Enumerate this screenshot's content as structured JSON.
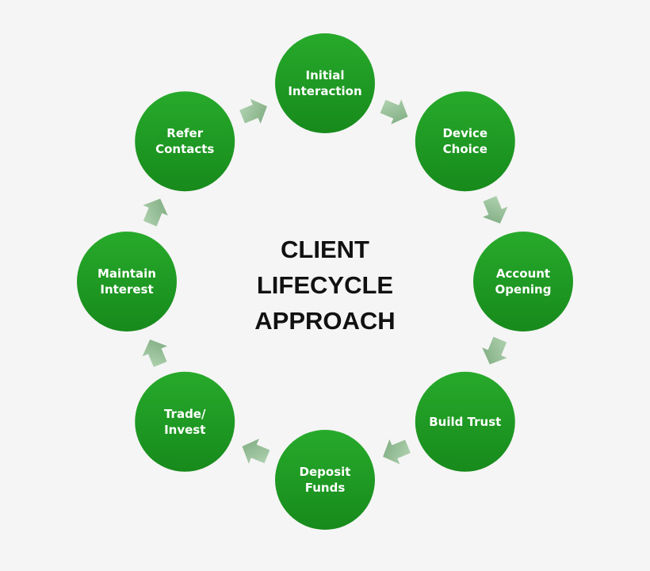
{
  "title": {
    "lines": [
      "CLIENT",
      "LIFECYCLE",
      "APPROACH"
    ]
  },
  "steps": [
    {
      "lines": [
        "Initial",
        "Interaction"
      ]
    },
    {
      "lines": [
        "Device",
        "Choice"
      ]
    },
    {
      "lines": [
        "Account",
        "Opening"
      ]
    },
    {
      "lines": [
        "Build Trust"
      ]
    },
    {
      "lines": [
        "Deposit",
        "Funds"
      ]
    },
    {
      "lines": [
        "Trade/",
        "Invest"
      ]
    },
    {
      "lines": [
        "Maintain",
        "Interest"
      ]
    },
    {
      "lines": [
        "Refer",
        "Contacts"
      ]
    }
  ],
  "colors": {
    "circle_top": "#27aa2b",
    "circle_bottom": "#178a1c",
    "arrow_light": "#b5d6b5",
    "arrow_dark": "#7aa87c",
    "background": "#f5f5f5"
  }
}
